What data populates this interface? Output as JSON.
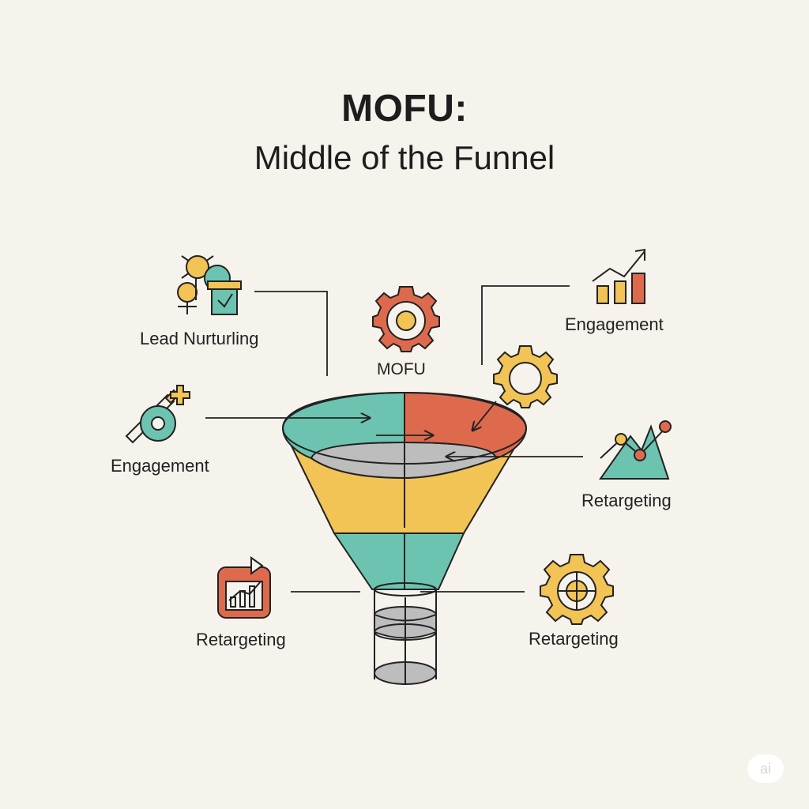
{
  "header": {
    "title": "MOFU:",
    "subtitle": "Middle of the Funnel"
  },
  "labels": {
    "lead_nurturing": "Lead Nurturling",
    "center": "MOFU",
    "engagement_right": "Engagement",
    "engagement_left": "Engagement",
    "retargeting_right": "Retargeting",
    "retargeting_bottom_left": "Retargeting",
    "retargeting_bottom_right": "Retargeting"
  },
  "watermark": "ai",
  "colors": {
    "teal": "#6cc4b0",
    "coral": "#de6a4e",
    "yellow": "#f2c355",
    "grey": "#bdbdbd",
    "outline": "#222222",
    "background": "#f6f2ec"
  },
  "icons": [
    "lead-nurturing-people-icon",
    "gear-icon",
    "growth-chart-icon",
    "target-key-icon",
    "mountain-trend-icon",
    "video-analytics-icon",
    "gear-target-icon"
  ]
}
